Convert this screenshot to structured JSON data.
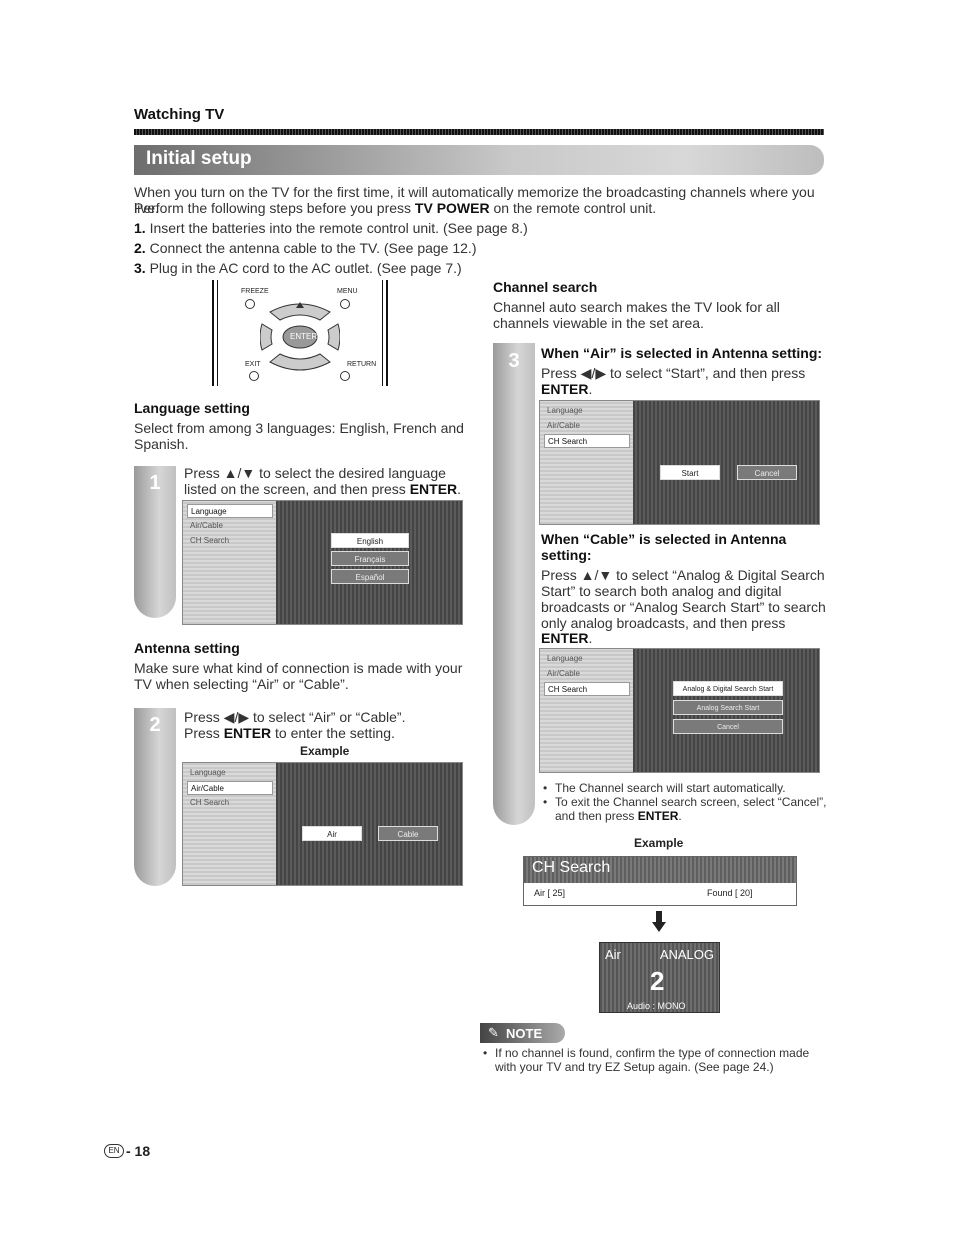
{
  "header": {
    "section": "Watching TV"
  },
  "banner": {
    "title": "Initial setup"
  },
  "intro": {
    "line1": "When you turn on the TV for the first time, it will automatically memorize the broadcasting channels where you live.",
    "line2_a": "Perform the following steps before you press ",
    "line2_b": "TV POWER",
    "line2_c": " on the remote control unit."
  },
  "steps": [
    {
      "num": "1.",
      "text": "Insert the batteries into the remote control unit. (See page 8.)"
    },
    {
      "num": "2.",
      "text": "Connect the antenna cable to the TV. (See page 12.)"
    },
    {
      "num": "3.",
      "text": "Plug in the AC cord to the AC outlet. (See page 7.)"
    }
  ],
  "remote": {
    "freeze": "FREEZE",
    "menu": "MENU",
    "enter": "ENTER",
    "exit": "EXIT",
    "return": "RETURN"
  },
  "language": {
    "heading": "Language setting",
    "desc1": "Select from among 3 languages: English, French and",
    "desc2": "Spanish.",
    "step_num": "1",
    "step_l1": "Press ▲/▼ to select the desired language",
    "step_l2a": "listed on the screen, and then press ",
    "step_l2b": "ENTER",
    "step_l2c": ".",
    "menu": [
      "Language",
      "Air/Cable",
      "CH Search"
    ],
    "options": [
      "English",
      "Français",
      "Español"
    ]
  },
  "antenna": {
    "heading": "Antenna setting",
    "desc1": "Make sure what kind of connection is made with your",
    "desc2": "TV when selecting “Air” or “Cable”.",
    "step_num": "2",
    "step_l1": "Press ◀/▶ to select “Air” or “Cable”.",
    "step_l2a": "Press ",
    "step_l2b": "ENTER",
    "step_l2c": " to enter the setting.",
    "example": "Example",
    "menu": [
      "Language",
      "Air/Cable",
      "CH Search"
    ],
    "options": [
      "Air",
      "Cable"
    ]
  },
  "channel": {
    "heading": "Channel search",
    "desc1": "Channel auto search makes the TV look for all",
    "desc2": "channels viewable in the set area.",
    "step_num": "3",
    "air_heading": "When “Air” is selected in Antenna setting:",
    "air_l1": "Press ◀/▶ to select “Start”, and then press",
    "air_l2": "ENTER",
    "air_l2c": ".",
    "air_menu": [
      "Language",
      "Air/Cable",
      "CH Search"
    ],
    "air_options": [
      "Start",
      "Cancel"
    ],
    "cable_heading1": "When “Cable” is selected in Antenna",
    "cable_heading2": "setting:",
    "cable_l1": "Press ▲/▼ to select “Analog & Digital Search",
    "cable_l2": "Start” to search both analog and digital",
    "cable_l3": "broadcasts or “Analog Search Start” to search",
    "cable_l4": "only analog broadcasts, and then press",
    "cable_l5": "ENTER",
    "cable_l5c": ".",
    "cable_menu": [
      "Language",
      "Air/Cable",
      "CH Search"
    ],
    "cable_options": [
      "Analog & Digital Search Start",
      "Analog Search Start",
      "Cancel"
    ],
    "bullet1": "The Channel search will start automatically.",
    "bullet2a": "To exit the Channel search screen, select “Cancel”,",
    "bullet2b": "and then press ",
    "bullet2c": "ENTER",
    "bullet2d": ".",
    "example": "Example",
    "search_title": "CH Search",
    "search_air": "Air  [ 25]",
    "search_found": "Found  [ 20]",
    "tv_air": "Air",
    "tv_analog": "ANALOG",
    "tv_ch": "2",
    "tv_audio": "Audio  :  MONO"
  },
  "note": {
    "label": "NOTE",
    "line1": "If no channel is found, confirm the type of connection made",
    "line2": "with your TV and try EZ Setup again. (See page 24.)"
  },
  "footer": {
    "lang": "EN",
    "page": "- 18"
  }
}
